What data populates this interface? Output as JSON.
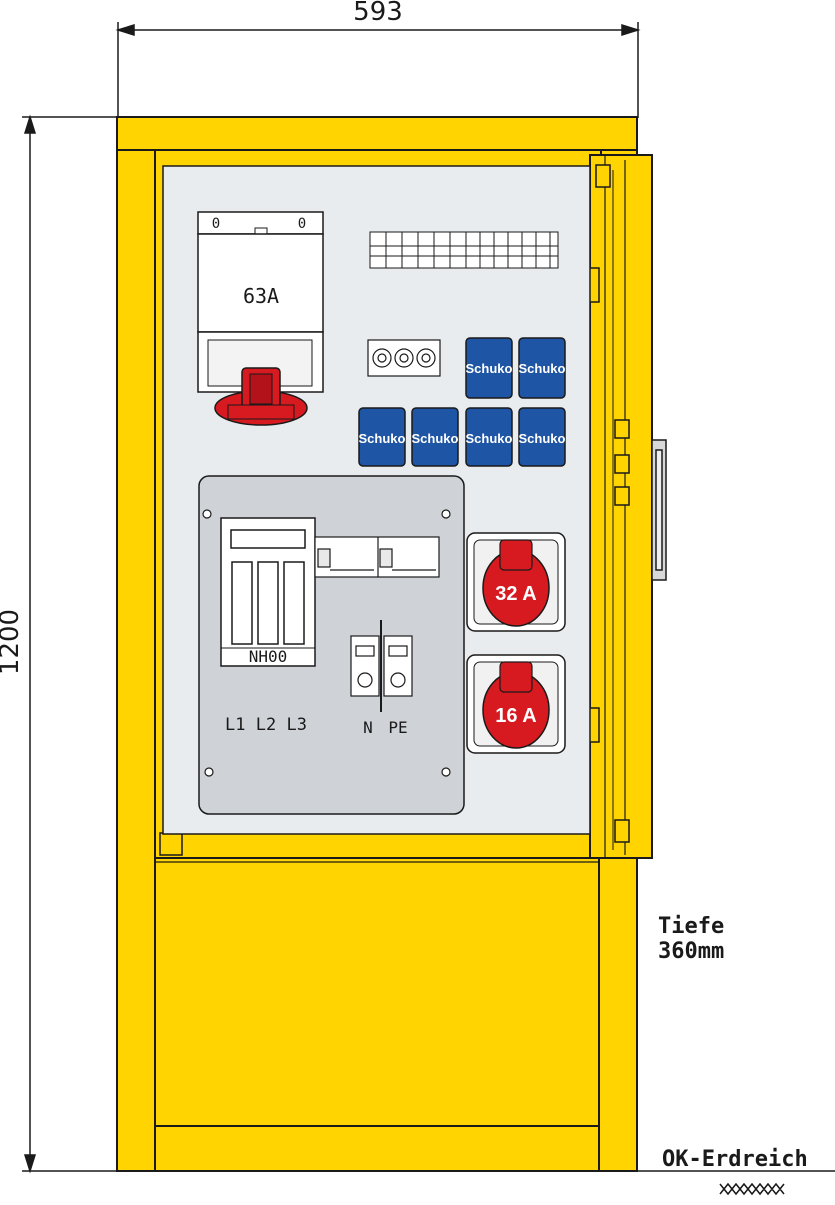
{
  "dimensions": {
    "width": "593",
    "height": "1200"
  },
  "main_switch": {
    "label": "63A",
    "mark_left": "0",
    "mark_right": "0"
  },
  "schuko_label": "Schuko",
  "cee_sockets": [
    "32 A",
    "16 A"
  ],
  "fuse_panel": {
    "fuse": "NH00",
    "phases": "L1 L2 L3",
    "neutral": "N",
    "earth": "PE"
  },
  "depth_note": {
    "line1": "Tiefe",
    "line2": "360mm"
  },
  "ground_label": "OK-Erdreich",
  "colors": {
    "housing": "#FFD400",
    "panel": "#E9ECEF",
    "subpanel": "#CFD3D7",
    "schuko": "#1E55A5",
    "cee": "#D71920",
    "outline": "#1a1a1a"
  }
}
